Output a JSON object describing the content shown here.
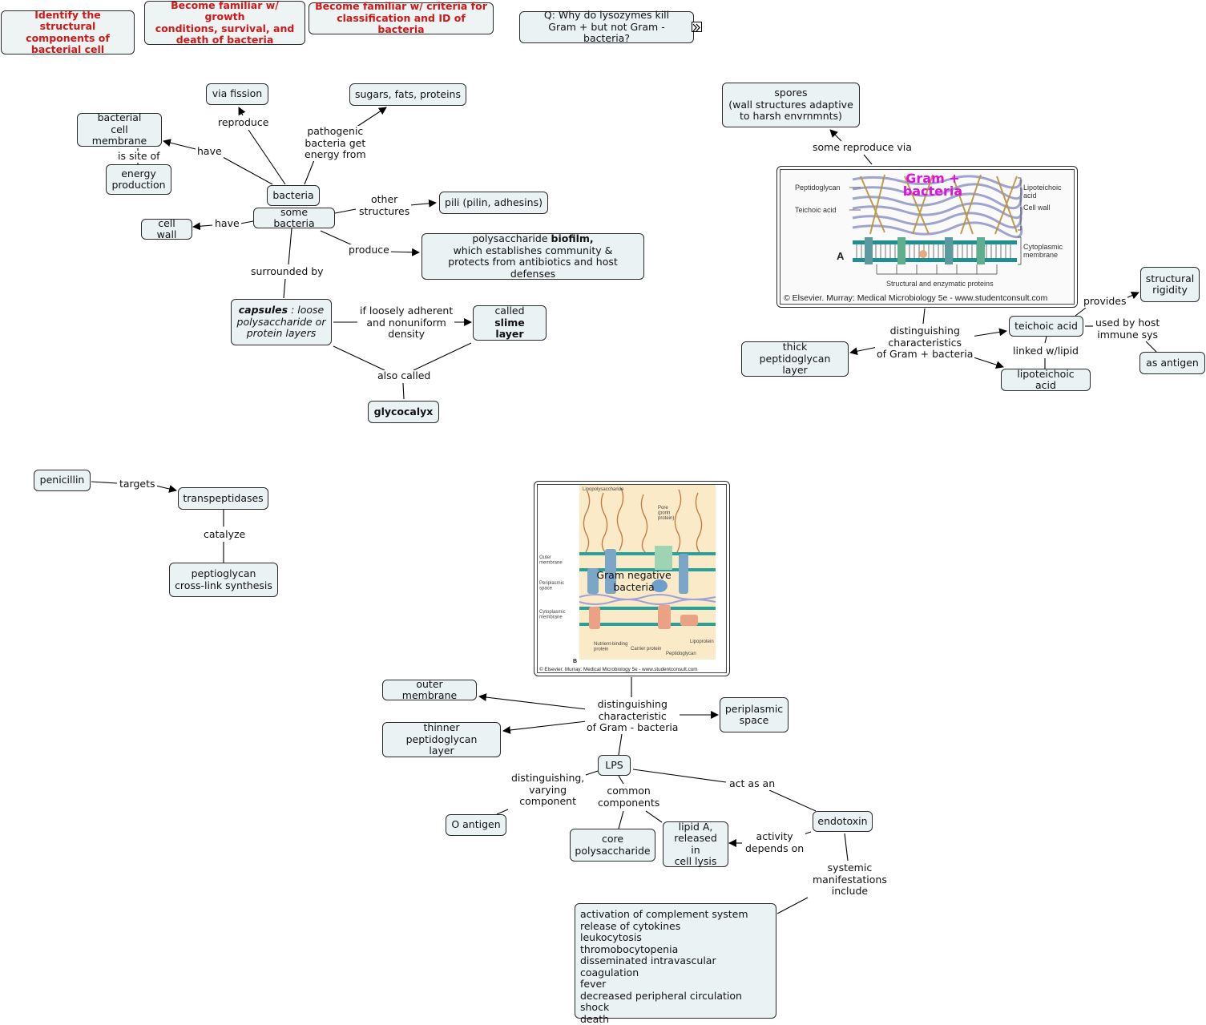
{
  "objectives": {
    "o1": "Identify the structural\ncomponents of\nbacterial cell",
    "o2": "Become familiar w/ growth\nconditions, survival, and\ndeath of bacteria",
    "o3": "Become familiar w/ criteria for\nclassification and ID of bacteria"
  },
  "question": "Q: Why do lysozymes kill\nGram + but not Gram - bacteria?",
  "nodes": {
    "via_fission": "via fission",
    "sugars": "sugars, fats, proteins",
    "bact_membrane": "bacterial\ncell membrane",
    "energy_prod": "energy\nproduction",
    "bacteria": "bacteria",
    "some_bacteria": "some bacteria",
    "cell_wall": "cell wall",
    "pili": "pili (pilin, adhesins)",
    "biofilm_pre": "polysaccharide ",
    "biofilm_bold": "biofilm,",
    "biofilm_post": "which establishes community &\nprotects from antibiotics and host defenses",
    "capsules_bold": "capsules",
    "capsules_rest": " : loose\npolysaccharide or\nprotein layers",
    "slime_pre": "called ",
    "slime_bold1": "slime",
    "slime_bold2": "layer",
    "glycocalyx": "glycocalyx",
    "spores": "spores\n(wall structures adaptive\nto harsh envrnmnts)",
    "teichoic": "teichoic acid",
    "structural_rigidity": "structural\nrigidity",
    "as_antigen": "as antigen",
    "thick_pg": "thick peptidoglycan\nlayer",
    "lipoteichoic": "lipoteichoic acid",
    "penicillin": "penicillin",
    "transpeptidases": "transpeptidases",
    "pg_synthesis": "peptioglycan\ncross-link synthesis",
    "outer_membrane": "outer membrane",
    "thinner_pg": "thinner peptidoglycan\nlayer",
    "periplasmic": "periplasmic\nspace",
    "lps": "LPS",
    "o_antigen": "O antigen",
    "core_poly": "core\npolysaccharide",
    "lipid_a": "lipid A,\nreleased in\ncell lysis",
    "endotoxin": "endotoxin",
    "systemic_list": "activation of complement system\nrelease of cytokines\nleukocytosis\nthromobocytopenia\ndisseminated intravascular coagulation\nfever\ndecreased peripheral circulation\nshock\ndeath"
  },
  "link_labels": {
    "reproduce": "reproduce",
    "pathogenic": "pathogenic\nbacteria get\nenergy from",
    "have1": "have",
    "is_site_of": "is site of",
    "have2": "have",
    "other_structures": "other\nstructures",
    "produce": "produce",
    "surrounded_by": "surrounded by",
    "loosely": "if loosely adherent\nand nonuniform\ndensity",
    "also_called": "also called",
    "some_reproduce": "some reproduce via",
    "dist_gram_pos": "distinguishing\ncharacteristics\nof Gram + bacteria",
    "provides": "provides",
    "used_by_host": "used by host\nimmune sys",
    "linked_lipid": "linked w/lipid",
    "targets": "targets",
    "catalyze": "catalyze",
    "dist_gram_neg": "distinguishing\ncharacteristic\nof Gram - bacteria",
    "dist_varying": "distinguishing,\nvarying\ncomponent",
    "common_components": "common\ncomponents",
    "act_as_an": "act as an",
    "activity_depends": "activity\ndepends on",
    "systemic_manifest": "systemic\nmanifestations\ninclude"
  },
  "images": {
    "gram_pos": {
      "overlay_title": "Gram +\nbacteria",
      "labels": {
        "peptidoglycan": "Peptidoglycan",
        "teichoic": "Teichoic acid",
        "lipoteichoic": "Lipoteichoic\nacid",
        "cell_wall": "Cell wall",
        "cytoplasmic": "Cytoplasmic\nmembrane",
        "letter": "A",
        "proteins": "Structural and enzymatic proteins",
        "credit": "© Elsevier. Murray: Medical Microbiology 5e - www.studentconsult.com"
      }
    },
    "gram_neg": {
      "overlay_title": "Gram negative\nbacteria",
      "labels": {
        "lps": "Lipopolysaccharide",
        "pore": "Pore\n(porin\nprotein)",
        "outer": "Outer\nmembrane",
        "periplasmic": "Periplasmic\nspace",
        "cytoplasmic": "Cytoplasmic\nmembrane",
        "nbp": "Nutrient-binding\nprotein",
        "carrier": "Carrier protein",
        "peptidoglycan": "Peptidoglycan",
        "lipoprotein": "Lipoprotein",
        "letter": "B",
        "credit": "© Elsevier. Murray: Medical Microbiology 5e - www.studentconsult.com"
      }
    }
  },
  "colors": {
    "objective_text": "#d11818",
    "node_fill": "#ebf2f3",
    "overlay_text": "#e010e0"
  }
}
